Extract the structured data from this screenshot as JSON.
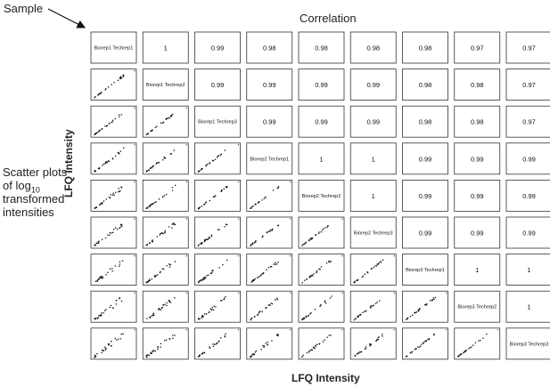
{
  "labels": {
    "sample": "Sample",
    "correlation": "Correlation",
    "scatter_note_1": "Scatter plots",
    "scatter_note_2": "of log",
    "scatter_note_sub": "10",
    "scatter_note_3": "transformed",
    "scatter_note_4": "intensities",
    "xlabel": "LFQ Intensity",
    "ylabel": "LFQ Intensity"
  },
  "chart_data": {
    "type": "scatter-matrix",
    "title": "",
    "xlabel": "LFQ Intensity",
    "ylabel": "LFQ Intensity",
    "samples": [
      "Biorep1 Techrep1",
      "Biorep1 Techrep2",
      "Biorep1 Techrep3",
      "Biorep2 Techrep1",
      "Biorep2 Techrep2",
      "Biorep2 Techrep3",
      "Biorep3 Techrep1",
      "Biorep3 Techrep2",
      "Biorep3 Techrep3"
    ],
    "correlation_upper": [
      [
        "",
        "1",
        "0.99",
        "0.98",
        "0.98",
        "0.98",
        "0.98",
        "0.97",
        "0.97"
      ],
      [
        "",
        "",
        "0.99",
        "0.99",
        "0.99",
        "0.99",
        "0.98",
        "0.98",
        "0.97"
      ],
      [
        "",
        "",
        "",
        "0.99",
        "0.99",
        "0.99",
        "0.98",
        "0.98",
        "0.97"
      ],
      [
        "",
        "",
        "",
        "",
        "1",
        "1",
        "0.99",
        "0.99",
        "0.99"
      ],
      [
        "",
        "",
        "",
        "",
        "",
        "1",
        "0.99",
        "0.99",
        "0.99"
      ],
      [
        "",
        "",
        "",
        "",
        "",
        "",
        "0.99",
        "0.99",
        "0.99"
      ],
      [
        "",
        "",
        "",
        "",
        "",
        "",
        "",
        "1",
        "1"
      ],
      [
        "",
        "",
        "",
        "",
        "",
        "",
        "",
        "",
        "1"
      ],
      [
        "",
        "",
        "",
        "",
        "",
        "",
        "",
        "",
        ""
      ]
    ],
    "lower_panels": "scatter",
    "grid": false
  }
}
